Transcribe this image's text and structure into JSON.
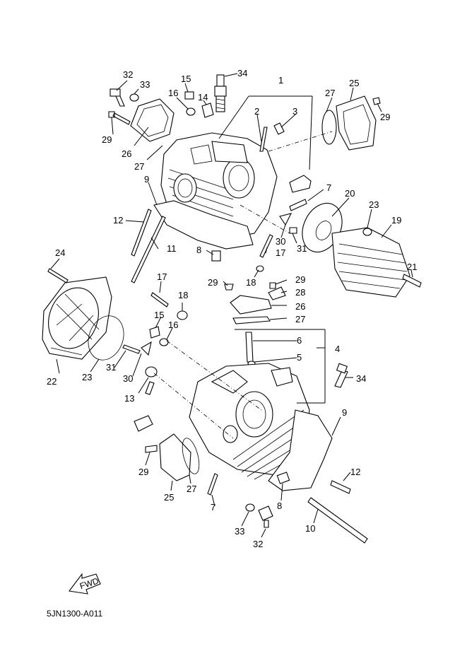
{
  "diagram_code": "5JN1300-A011",
  "fwd_label": "FWD",
  "callouts": {
    "c32_top": "32",
    "c33_top": "33",
    "c15_top": "15",
    "c34_top": "34",
    "c16_top": "16",
    "c14_top": "14",
    "c1": "1",
    "c2": "2",
    "c3": "3",
    "c27_tr": "27",
    "c25_tr": "25",
    "c29_tr": "29",
    "c29_tl": "29",
    "c26_tl": "26",
    "c27_tl": "27",
    "c9_top": "9",
    "c7_top": "7",
    "c20": "20",
    "c23_r": "23",
    "c19": "19",
    "c12_top": "12",
    "c11": "11",
    "c8_top": "8",
    "c30_top": "30",
    "c17_mid": "17",
    "c31_r": "31",
    "c24": "24",
    "c17_left": "17",
    "c29_mid": "29",
    "c18_mid": "18",
    "c29_mid2": "29",
    "c21": "21",
    "c18_left": "18",
    "c28": "28",
    "c26_mid": "26",
    "c15_mid": "15",
    "c16_mid": "16",
    "c27_mid": "27",
    "c6": "6",
    "c4": "4",
    "c5": "5",
    "c22": "22",
    "c23_l": "23",
    "c31_l": "31",
    "c30_l": "30",
    "c34_bot": "34",
    "c13": "13",
    "c9_bot": "9",
    "c29_bot": "29",
    "c27_bot": "27",
    "c25_bot": "25",
    "c12_bot": "12",
    "c7_bot": "7",
    "c8_bot": "8",
    "c10": "10",
    "c33_bot": "33",
    "c32_bot": "32"
  }
}
